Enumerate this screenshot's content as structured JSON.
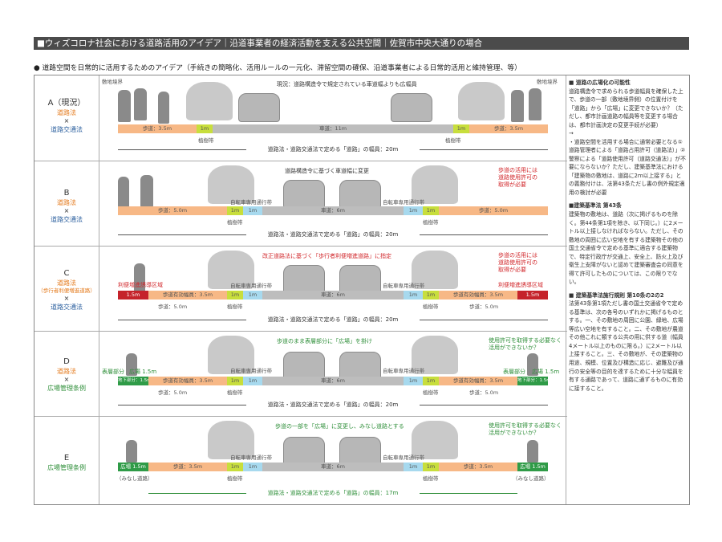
{
  "title": "■ウィズコロナ社会における道路活用のアイデア｜沿道事業者の経済活動を支える公共空間｜佐賀市中央大通りの場合",
  "subtitle": "● 道路空間を日常的に活用するためのアイデア（手続きの簡略化、活用ルールの一元化、滞留空間の確保、沿道事業者による日常的活用と維持管理、等）",
  "boundaries": {
    "site_boundary_left": "敷地境界",
    "site_boundary_right": "敷地境界"
  },
  "rows": [
    {
      "letter": "A（現況）",
      "law1": "道路法",
      "times": "×",
      "law2": "道路交通法",
      "caption": "現況：道路構造令で規定されている車道幅よりも広幅員",
      "segments": [
        "歩道：3.5m",
        "1m",
        "車道：11m",
        "1m",
        "歩道：3.5m"
      ],
      "tree_zone": [
        "植樹帯",
        "植樹帯"
      ],
      "width_note": "道路法・道路交通法で定める「道路」の幅員：20m"
    },
    {
      "letter": "B",
      "law1": "道路法",
      "times": "×",
      "law2": "道路交通法",
      "caption": "道路構造令に基づく車道幅に変更",
      "segments": [
        "歩道：5.0m",
        "1m",
        "1m",
        "車道：6m",
        "1m",
        "1m",
        "歩道：5.0m"
      ],
      "bike_lanes": [
        "自転車専用通行帯",
        "自転車専用通行帯"
      ],
      "tree_zone": [
        "植樹帯",
        "植樹帯"
      ],
      "red_note": "歩道の活用には\n道路使用許可の\n取得が必要",
      "width_note": "道路法・道路交通法で定める「道路」の幅員：20m"
    },
    {
      "letter": "C",
      "law1": "道路法",
      "law1_sub": "（歩行者利便増進道路）",
      "times": "×",
      "law2": "道路交通法",
      "caption": "改正道路法に基づく「歩行者利便増進道路」に指定",
      "segments": [
        "1.5m",
        "歩道有効幅員：3.5m",
        "1m",
        "1m",
        "車道：6m",
        "1m",
        "1m",
        "歩道有効幅員：3.5m",
        "1.5m"
      ],
      "zone_labels": [
        "利便増進誘導区域",
        "利便増進誘導区域"
      ],
      "sub_segments": [
        "歩道：5.0m",
        "植樹帯",
        "植樹帯",
        "歩道：5.0m"
      ],
      "bike_lanes": [
        "自転車専用通行帯",
        "自転車専用通行帯"
      ],
      "red_note": "歩道の活用には\n道路使用許可の\n取得が必要",
      "width_note": "道路法・道路交通法で定める「道路」の幅員：20m"
    },
    {
      "letter": "D",
      "law1": "道路法",
      "times": "×",
      "law2": "広場管理条例",
      "caption": "歩道のまま表層部分に「広場」を掛け",
      "segments": [
        "地下部分：1.5m",
        "歩道有効幅員：3.5m",
        "1m",
        "1m",
        "車道：6m",
        "1m",
        "1m",
        "歩道有効幅員：3.5m",
        "地下部分：1.5m"
      ],
      "zone_labels": [
        "表層部分",
        "広場 1.5m",
        "表層部分",
        "広場 1.5m"
      ],
      "sub_segments": [
        "歩道：5.0m",
        "植樹帯",
        "植樹帯",
        "歩道：5.0m"
      ],
      "bike_lanes": [
        "自転車専用通行帯",
        "自転車専用通行帯"
      ],
      "green_note": "使用許可を取得する必要なく\n活用ができないか？",
      "width_note": "道路法・道路交通法で定める「道路」の幅員：20m"
    },
    {
      "letter": "E",
      "law1": "広場管理条例",
      "caption": "歩道の一部を「広場」に変更し、みなし道路とする",
      "segments": [
        "広場 1.5m",
        "歩道：3.5m",
        "1m",
        "1m",
        "車道：6m",
        "1m",
        "1m",
        "歩道：3.5m",
        "広場 1.5m"
      ],
      "zone_labels": [
        "（みなし道路）",
        "（みなし道路）"
      ],
      "sub_segments": [
        "植樹帯",
        "植樹帯"
      ],
      "bike_lanes": [
        "自転車専用通行帯",
        "自転車専用通行帯"
      ],
      "green_note": "使用許可を取得する必要なく\n活用ができないか？",
      "width_note": "道路法・道路交通法で定める「道路」の幅員：17m"
    }
  ],
  "right_column": {
    "h1": "■ 道路の広場化の可能性",
    "p1": "道路構造令で求められる歩道幅員を確保した上で、歩道の一部（敷地境界側）の位置付けを「道路」から「広場」に変更できないか？（ただし、都市計画道路の幅員等を変更する場合は、都市計画決定の変更手続が必要）",
    "arrow": "→",
    "p2": "・道路空間を活用する場合に通常必要となる①道路管理者による「道路占用許可（道路法）」②警察による「道路使用許可（道路交通法）」が不要にならないか？ただし、建築基準法における「建築物の敷地は、道路に2ｍ以上接する」との義務付けは、法第43条ただし書の例外規定適用の検討が必要",
    "h2": "■建築基準法 第43条",
    "p3": "建築物の敷地は、道路（次に掲げるものを除く。第44条第1項を除き、以下同じ。）に2メートル以上接しなければならない。ただし、その敷地の周囲に広い空地を有する建築物その他の国土交通省令で定める基準に適合する建築物で、特定行政庁が交通上、安全上、防火上及び衛生上支障がないと認めて建築審査会の同意を得て許可したものについては、この限りでない。",
    "h3": "■ 建築基準法施行規則 第10条の2の2",
    "p4": "法第43条第1項ただし書の国土交通省令で定める基準は、次の各号のいずれかに掲げるものとする。一、その敷地の周囲に公園、緑地、広場等広い空地を有すること。二、その敷地が農道その他これに類する公共の用に供する道（幅員4メートル以上のものに限る。）に2メートル以上接すること。三、その敷地が、その建築物の用途、規模、位置及び構造に応じ、避難及び通行の安全等の目的を達するために十分な幅員を有する通路であって、道路に通ずるものに有効に接すること。"
  }
}
